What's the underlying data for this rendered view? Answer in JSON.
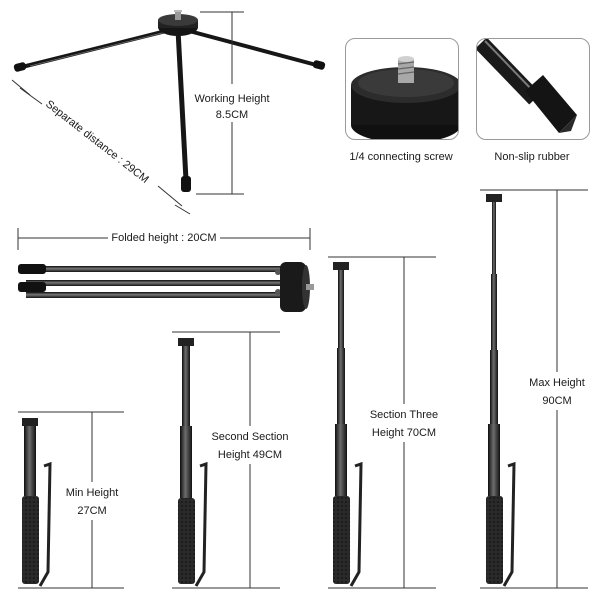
{
  "colors": {
    "metal": "#1c1c1c",
    "highlight": "#8a8a8a",
    "dim_line": "#333333",
    "grip": "#262626"
  },
  "tripod": {
    "working_height_label": "Working Height",
    "working_height_value": "8.5CM",
    "separate_distance": "Separate distance : 29CM"
  },
  "details": [
    {
      "caption": "1/4 connecting screw",
      "icon": "screw-mount-icon"
    },
    {
      "caption": "Non-slip rubber",
      "icon": "rubber-foot-icon"
    }
  ],
  "folded": {
    "label": "Folded height : 20CM"
  },
  "poles": [
    {
      "line1": "Min Height",
      "line2": "27CM"
    },
    {
      "line1": "Second Section",
      "line2": "Height 49CM"
    },
    {
      "line1": "Section Three",
      "line2": "Height 70CM"
    },
    {
      "line1": "Max Height",
      "line2": "90CM"
    }
  ]
}
